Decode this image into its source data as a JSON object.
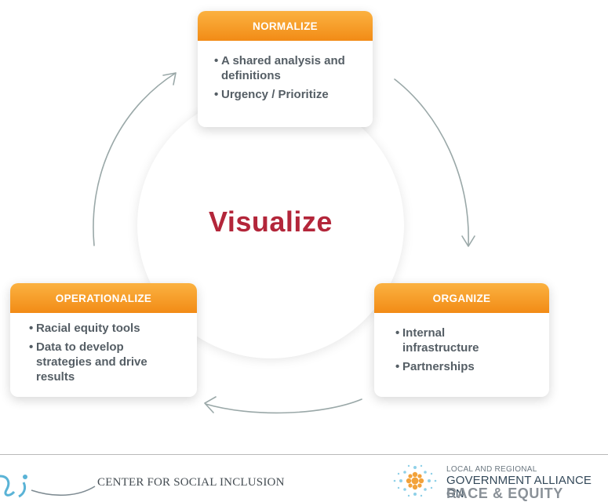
{
  "center": {
    "label": "Visualize"
  },
  "cards": {
    "normalize": {
      "title": "NORMALIZE",
      "items": [
        "A shared analysis and definitions",
        "Urgency / Prioritize"
      ]
    },
    "organize": {
      "title": "ORGANIZE",
      "items": [
        "Internal infrastructure",
        "Partnerships"
      ]
    },
    "operationalize": {
      "title": "OPERATIONALIZE",
      "items": [
        "Racial equity tools",
        "Data to develop strategies and drive results"
      ]
    }
  },
  "colors": {
    "header_top": "#fbb241",
    "header_bottom": "#f28b16",
    "center_text": "#b3263a",
    "bullet_text": "#555e65",
    "arrow": "#9aa8a8"
  },
  "footer": {
    "csi_text": "CENTER FOR SOCIAL INCLUSION",
    "gare_line1": "LOCAL AND REGIONAL",
    "gare_line2": "GOVERNMENT ALLIANCE ON",
    "gare_line3": "RACE & EQUITY"
  }
}
